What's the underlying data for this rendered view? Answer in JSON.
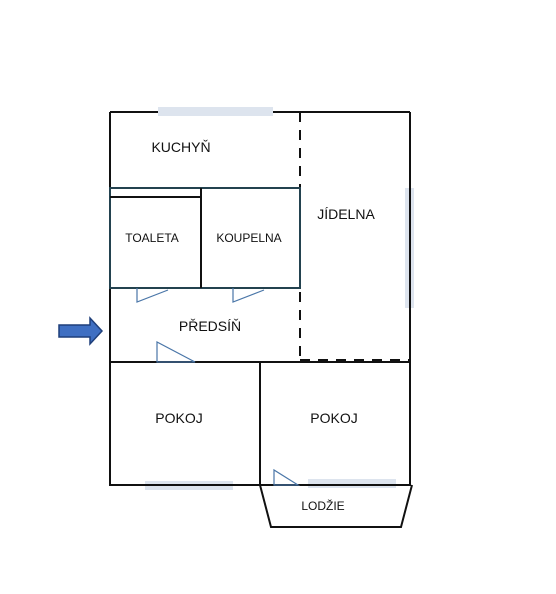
{
  "floorplan": {
    "rooms": {
      "kitchen": "KUCHYŇ",
      "dining": "JÍDELNA",
      "toilet": "TOALETA",
      "bathroom": "KOUPELNA",
      "hall": "PŘEDSÍŇ",
      "room_left": "POKOJ",
      "room_right": "POKOJ",
      "loggia": "LODŽIE"
    },
    "colors": {
      "wall": "#111111",
      "window": "#dde4ee",
      "door": "#4a76a8",
      "arrow_fill": "#3f6fc2",
      "arrow_stroke": "#1f3f7a",
      "partition": "#23424f"
    },
    "icons": {
      "entrance": "entrance-arrow-icon"
    }
  }
}
